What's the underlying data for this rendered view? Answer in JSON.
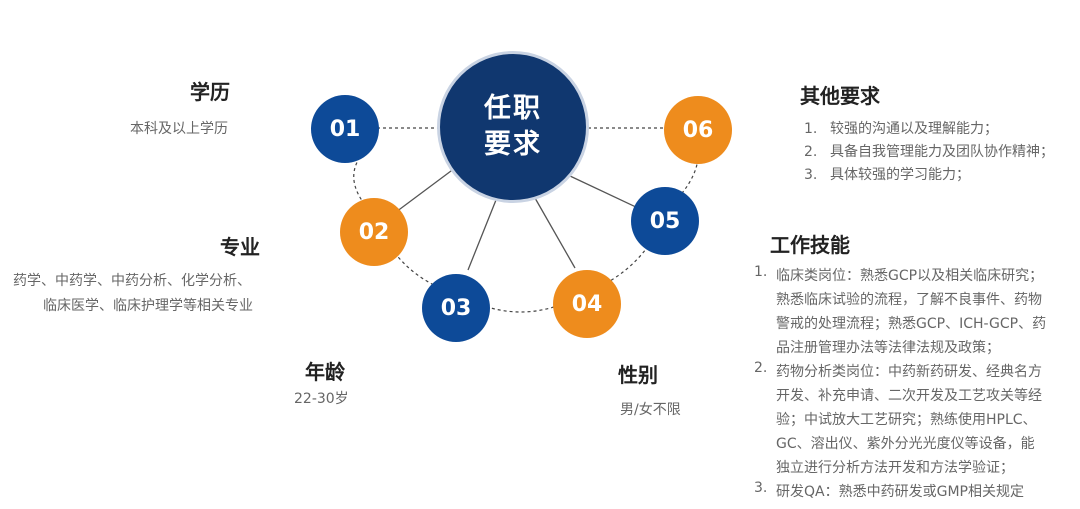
{
  "center": {
    "line1": "任职",
    "line2": "要求"
  },
  "nodes": [
    {
      "label": "01",
      "color": "#0d4a98"
    },
    {
      "label": "02",
      "color": "#ee8c1d"
    },
    {
      "label": "03",
      "color": "#0d4a98"
    },
    {
      "label": "04",
      "color": "#ee8c1d"
    },
    {
      "label": "05",
      "color": "#0d4a98"
    },
    {
      "label": "06",
      "color": "#ee8c1d"
    }
  ],
  "education": {
    "title": "学历",
    "text": "本科及以上学历"
  },
  "major": {
    "title": "专业",
    "line1": "药学、中药学、中药分析、化学分析、",
    "line2": "临床医学、临床护理学等相关专业"
  },
  "age": {
    "title": "年龄",
    "text": "22-30岁"
  },
  "gender": {
    "title": "性别",
    "text": "男/女不限"
  },
  "other": {
    "title": "其他要求",
    "items": [
      {
        "num": "1.",
        "text": "较强的沟通以及理解能力；"
      },
      {
        "num": "2.",
        "text": "具备自我管理能力及团队协作精神；"
      },
      {
        "num": "3.",
        "text": "具体较强的学习能力；"
      }
    ]
  },
  "skills": {
    "title": "工作技能",
    "items": [
      {
        "num": "1.",
        "lines": [
          "临床类岗位：熟悉GCP以及相关临床研究；",
          "熟悉临床试验的流程，了解不良事件、药物",
          "警戒的处理流程；熟悉GCP、ICH-GCP、药",
          "品注册管理办法等法律法规及政策；"
        ]
      },
      {
        "num": "2.",
        "lines": [
          "药物分析类岗位：中药新药研发、经典名方",
          "开发、补充申请、二次开发及工艺攻关等经",
          "验；中试放大工艺研究；熟练使用HPLC、",
          "GC、溶出仪、紫外分光光度仪等设备，能",
          "独立进行分析方法开发和方法学验证；"
        ]
      },
      {
        "num": "3.",
        "lines": [
          "研发QA：熟悉中药研发或GMP相关规定"
        ]
      }
    ]
  },
  "colors": {
    "accent_blue": "#0d4a98",
    "accent_orange": "#ee8c1d",
    "center": "#10376f"
  }
}
